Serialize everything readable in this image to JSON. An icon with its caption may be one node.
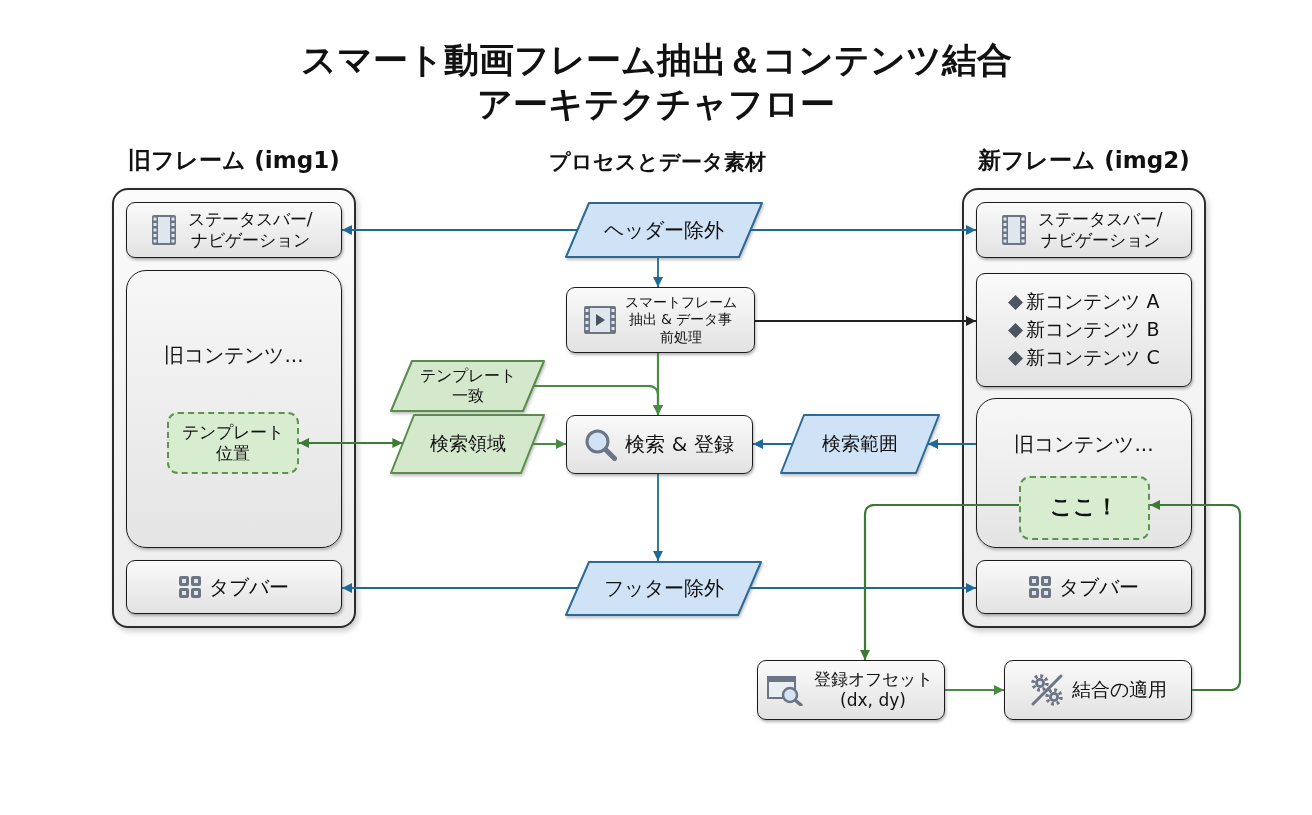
{
  "diagram": {
    "title": "スマート動画フレーム抽出＆コンテンツ結合アーキテクチャフロー",
    "nodes": [
      {
        "text": [
          "旧フレーム (img1)"
        ]
      },
      {
        "text": [
          "ステータスバー/ナビゲーション"
        ],
        "in": 0
      },
      {
        "text": [
          "旧コンテンツ..."
        ],
        "in": 0
      },
      {
        "text": [
          "テンプレート位置"
        ],
        "in": 2
      },
      {
        "text": [
          "タブバー"
        ],
        "in": 0
      },
      {
        "text": [
          "ヘッダー除外"
        ]
      },
      {
        "text": [
          "スマートフレーム抽出 & データ事前処理"
        ]
      },
      {
        "text": [
          "テンプレート一致"
        ]
      },
      {
        "text": [
          "検索領域"
        ]
      },
      {
        "text": [
          "検索 & 登録"
        ]
      },
      {
        "text": [
          "検索範囲"
        ]
      },
      {
        "text": [
          "フッター除外"
        ]
      },
      {
        "text": [
          "新フレーム (img2)"
        ]
      },
      {
        "text": [
          "ステータスバー/ナビゲーション"
        ],
        "in": 12
      },
      {
        "text": [
          "新コンテンツ A",
          "新コンテンツ B",
          "新コンテンツ C"
        ],
        "in": 12
      },
      {
        "text": [
          "旧コンテンツ..."
        ],
        "in": 12
      },
      {
        "text": [
          "ここ！"
        ],
        "in": 15
      },
      {
        "text": [
          "タブバー"
        ],
        "in": 12
      },
      {
        "text": [
          "登録オフセット (dx, dy)"
        ]
      },
      {
        "text": [
          "結合の適用"
        ]
      }
    ],
    "edges": [
      {
        "from": 5,
        "to": 1,
        "arrow": "to"
      },
      {
        "from": 5,
        "to": 13,
        "arrow": "to"
      },
      {
        "from": 5,
        "to": 6,
        "arrow": "to"
      },
      {
        "from": 6,
        "to": 14,
        "arrow": "to",
        "color": "#222222"
      },
      {
        "from": 6,
        "to": 9,
        "arrow": "to",
        "color": "#4a8a43"
      },
      {
        "from": 7,
        "to": 9,
        "arrow": "to",
        "color": "#4a8a43"
      },
      {
        "from": 3,
        "to": 8,
        "arrow": "both",
        "color": "#3d7a36"
      },
      {
        "from": 8,
        "to": 9,
        "arrow": "to",
        "color": "#4a8a43"
      },
      {
        "from": 15,
        "to": 10,
        "arrow": "to"
      },
      {
        "from": 10,
        "to": 9,
        "arrow": "to"
      },
      {
        "from": 9,
        "to": 11,
        "arrow": "to"
      },
      {
        "from": 11,
        "to": 4,
        "arrow": "to"
      },
      {
        "from": 11,
        "to": 17,
        "arrow": "to"
      },
      {
        "from": 16,
        "to": 18,
        "arrow": "to",
        "color": "#3d7a36"
      },
      {
        "from": 18,
        "to": 19,
        "arrow": "to",
        "color": "#4a8a43"
      },
      {
        "from": 19,
        "to": 16,
        "arrow": "to",
        "color": "#3d7a36"
      }
    ],
    "labels": [
      "プロセスとデータ素材"
    ]
  }
}
